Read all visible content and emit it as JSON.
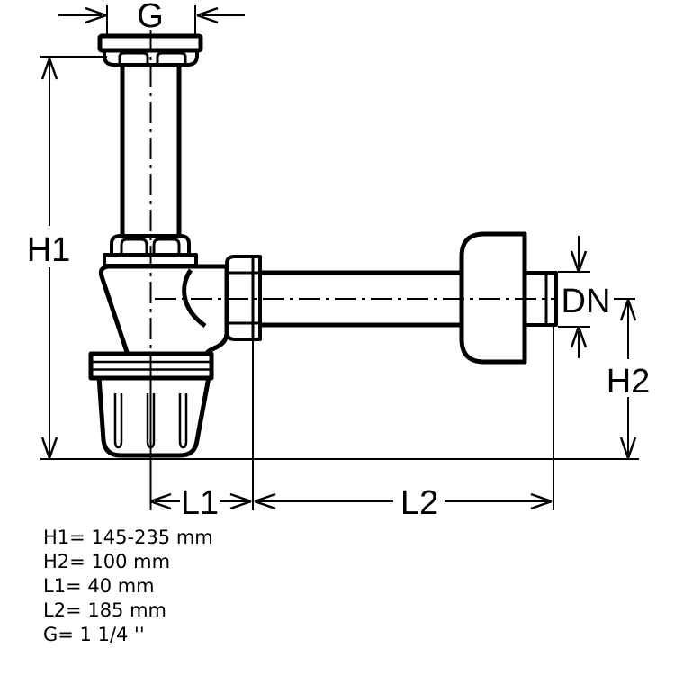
{
  "drawing": {
    "dim_labels": {
      "g": "G",
      "h1": "H1",
      "h2": "H2",
      "dn": "DN",
      "l1": "L1",
      "l2": "L2"
    },
    "spec_list": {
      "lines": [
        "H1= 145-235 mm",
        "H2= 100 mm",
        "L1= 40 mm",
        "L2= 185 mm",
        "G= 1 1/4 ''"
      ]
    },
    "colors": {
      "line": "#000000",
      "background": "#ffffff"
    }
  }
}
